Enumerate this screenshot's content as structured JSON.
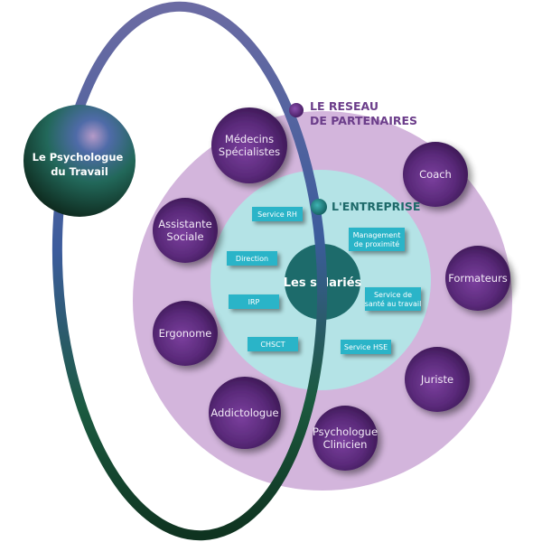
{
  "diagram": {
    "psychologue": {
      "lines": [
        "Le Psychologue",
        "du Travail"
      ]
    },
    "reseau": {
      "lines": [
        "LE RESEAU",
        "DE PARTENAIRES"
      ],
      "color": "#6b3d8a"
    },
    "entreprise": {
      "label": "L'ENTREPRISE",
      "color": "#1e6a6a"
    },
    "center": {
      "label": "Les salariés",
      "color": "#1d6b6b"
    },
    "partners": [
      {
        "lines": [
          "Médecins",
          "Spécialistes"
        ]
      },
      {
        "lines": [
          "Coach"
        ]
      },
      {
        "lines": [
          "Assistante",
          "Sociale"
        ]
      },
      {
        "lines": [
          "Formateurs"
        ]
      },
      {
        "lines": [
          "Ergonome"
        ]
      },
      {
        "lines": [
          "Juriste"
        ]
      },
      {
        "lines": [
          "Addictologue"
        ]
      },
      {
        "lines": [
          "Psychologue",
          "Clinicien"
        ]
      }
    ],
    "services": [
      {
        "lines": [
          "Service RH"
        ]
      },
      {
        "lines": [
          "Management",
          "de proximité"
        ]
      },
      {
        "lines": [
          "Direction"
        ]
      },
      {
        "lines": [
          "IRP"
        ]
      },
      {
        "lines": [
          "Service de",
          "santé au travail"
        ]
      },
      {
        "lines": [
          "CHSCT"
        ]
      },
      {
        "lines": [
          "Service HSE"
        ]
      }
    ],
    "colors": {
      "outer_ring_fill": "#d3b5dc",
      "inner_ring_fill": "#b4e3e6",
      "partner_sphere": "#5a2a7a",
      "service_box": "#2cb4c8",
      "orbit_top": "#6b6ba3",
      "orbit_mid": "#3c5c9c",
      "orbit_bottom": "#143d28"
    }
  }
}
